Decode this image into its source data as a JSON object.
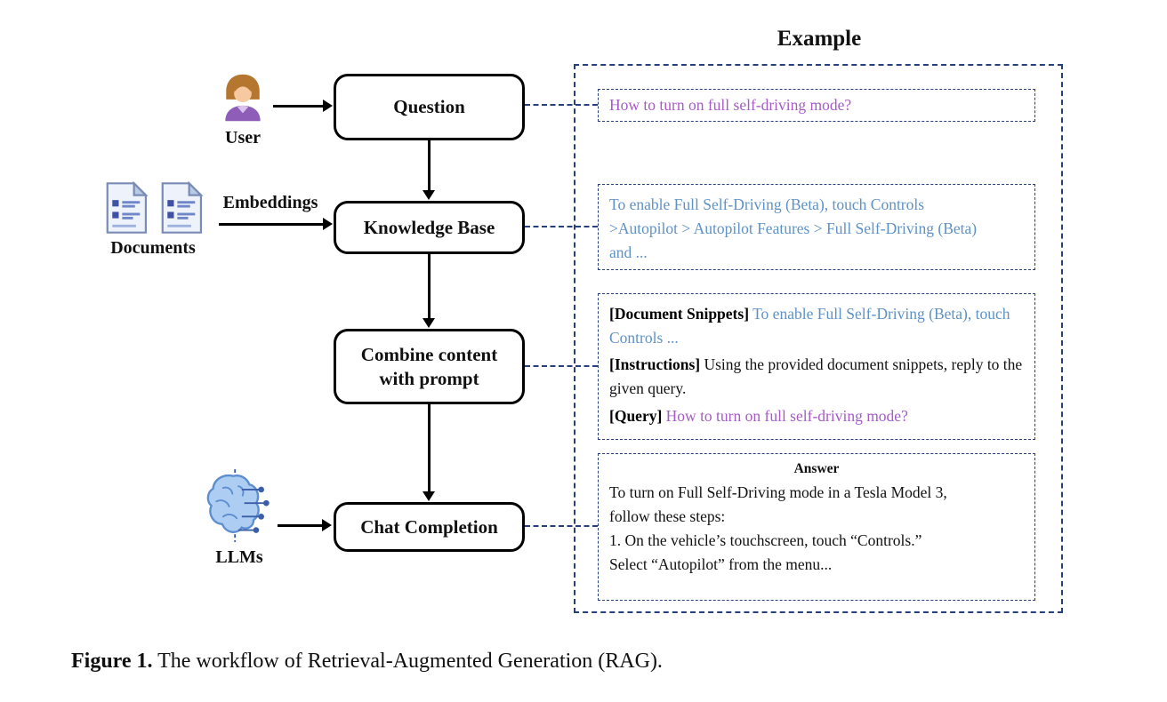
{
  "example_header": "Example",
  "flow": {
    "user_label": "User",
    "documents_label": "Documents",
    "embeddings_label": "Embeddings",
    "llms_label": "LLMs",
    "nodes": {
      "question": "Question",
      "knowledge_base": "Knowledge Base",
      "combine": "Combine content with prompt",
      "chat_completion": "Chat Completion"
    }
  },
  "example": {
    "question_text": "How to turn on full self-driving mode?",
    "kb_text": "To enable Full Self-Driving (Beta), touch Controls\n>Autopilot > Autopilot Features > Full Self-Driving (Beta)\nand ...",
    "prompt": {
      "doc_snippets_label": "[Document Snippets]",
      "doc_snippets_text": "To enable Full Self-Driving (Beta), touch Controls ...",
      "instructions_label": "[Instructions]",
      "instructions_text": "Using the provided document snippets, reply to the given query.",
      "query_label": "[Query]",
      "query_text": "How to turn on full self-driving mode?"
    },
    "answer": {
      "title": "Answer",
      "text": "To turn on Full Self-Driving mode in a Tesla Model 3,\nfollow these steps:\n1. On the vehicle’s touchscreen, touch “Controls.”\nSelect “Autopilot” from the menu..."
    }
  },
  "caption": {
    "label": "Figure 1.",
    "text": " The workflow of Retrieval-Augmented Generation (RAG)."
  },
  "colors": {
    "purple_text": "#a65bc6",
    "blue_text": "#5e92c6",
    "dashed_border": "#27407c",
    "node_border": "#000000"
  }
}
